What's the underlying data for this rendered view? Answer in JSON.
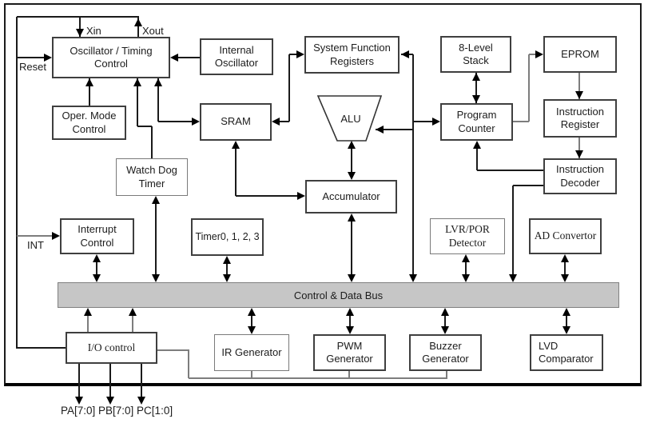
{
  "blocks": {
    "oscillator": {
      "label": "Oscillator / Timing\nControl"
    },
    "oper_mode": {
      "label": "Oper. Mode\nControl"
    },
    "internal_osc": {
      "label": "Internal\nOscillator"
    },
    "sfr": {
      "label": "System Function\nRegisters"
    },
    "stack": {
      "label": "8-Level\nStack"
    },
    "eprom": {
      "label": "EPROM"
    },
    "sram": {
      "label": "SRAM"
    },
    "program_counter": {
      "label": "Program\nCounter"
    },
    "instruction_register": {
      "label": "Instruction\nRegister"
    },
    "watchdog": {
      "label": "Watch Dog\nTimer"
    },
    "alu": {
      "label": "ALU"
    },
    "accumulator": {
      "label": "Accumulator"
    },
    "instruction_decoder": {
      "label": "Instruction\nDecoder"
    },
    "interrupt": {
      "label": "Interrupt\nControl"
    },
    "timers": {
      "label": "Timer0, 1, 2, 3"
    },
    "lvr_por": {
      "label": "LVR/POR\nDetector"
    },
    "ad_convertor": {
      "label": "AD Convertor"
    },
    "io_control": {
      "label": "I/O control"
    },
    "ir_generator": {
      "label": "IR Generator"
    },
    "pwm_generator": {
      "label": "PWM\nGenerator"
    },
    "buzzer_generator": {
      "label": "Buzzer\nGenerator"
    },
    "lvd_comparator": {
      "label": "LVD\nComparator"
    }
  },
  "bus": {
    "label": "Control & Data Bus",
    "fill": "#c6c6c6"
  },
  "pins": {
    "xin": "Xin",
    "xout": "Xout",
    "reset": "Reset",
    "int": "INT",
    "ports": "PA[7:0] PB[7:0] PC[1:0]"
  },
  "colors": {
    "line": "#1a1a1a",
    "muted_line": "#7d7d7d",
    "bus_fill": "#c6c6c6"
  }
}
